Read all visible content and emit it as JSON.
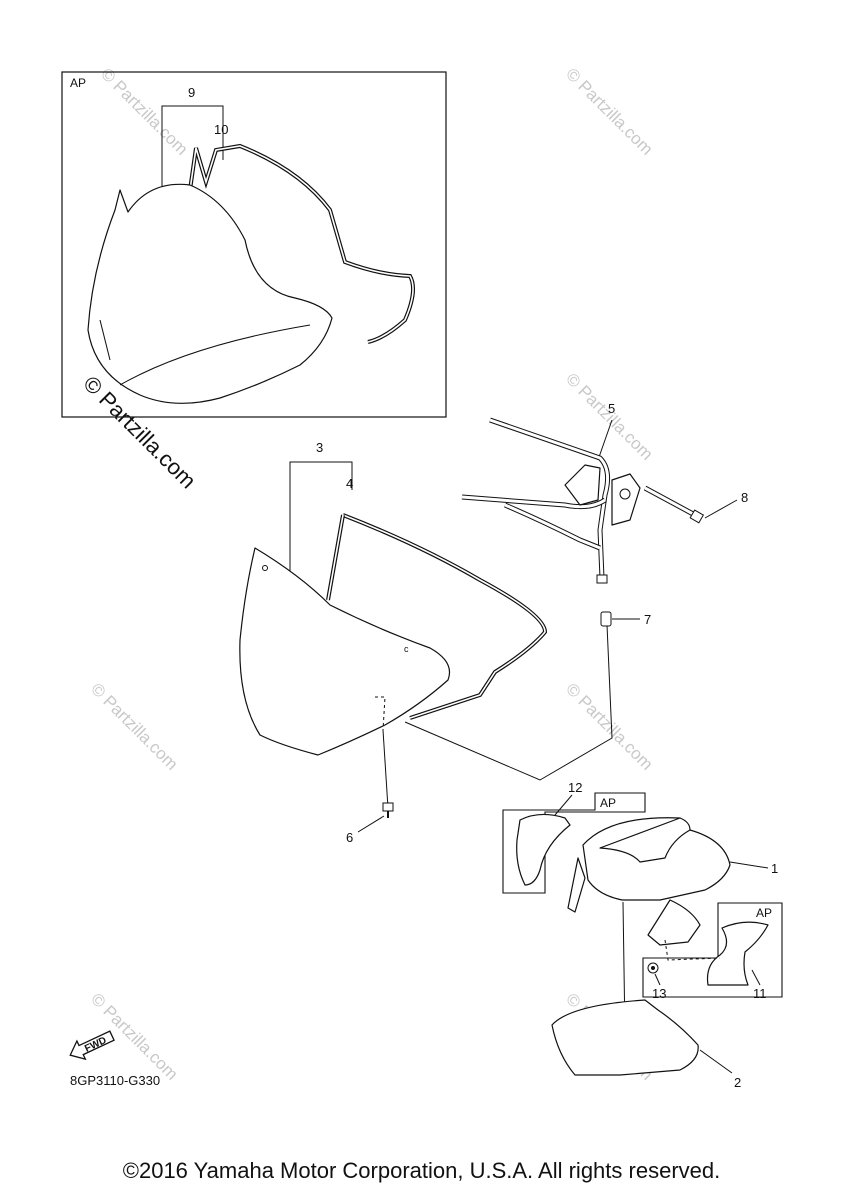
{
  "callouts": {
    "c1": "1",
    "c2": "2",
    "c3": "3",
    "c4": "4",
    "c5": "5",
    "c6": "6",
    "c7": "7",
    "c8": "8",
    "c9": "9",
    "c10": "10",
    "c11": "11",
    "c12": "12",
    "c13": "13"
  },
  "ap_label": "AP",
  "watermark": "© Partzilla.com",
  "fwd_label": "FWD",
  "ref_code": "8GP3110-G330",
  "copyright": "©2016 Yamaha Motor Corporation, U.S.A. All rights reserved."
}
